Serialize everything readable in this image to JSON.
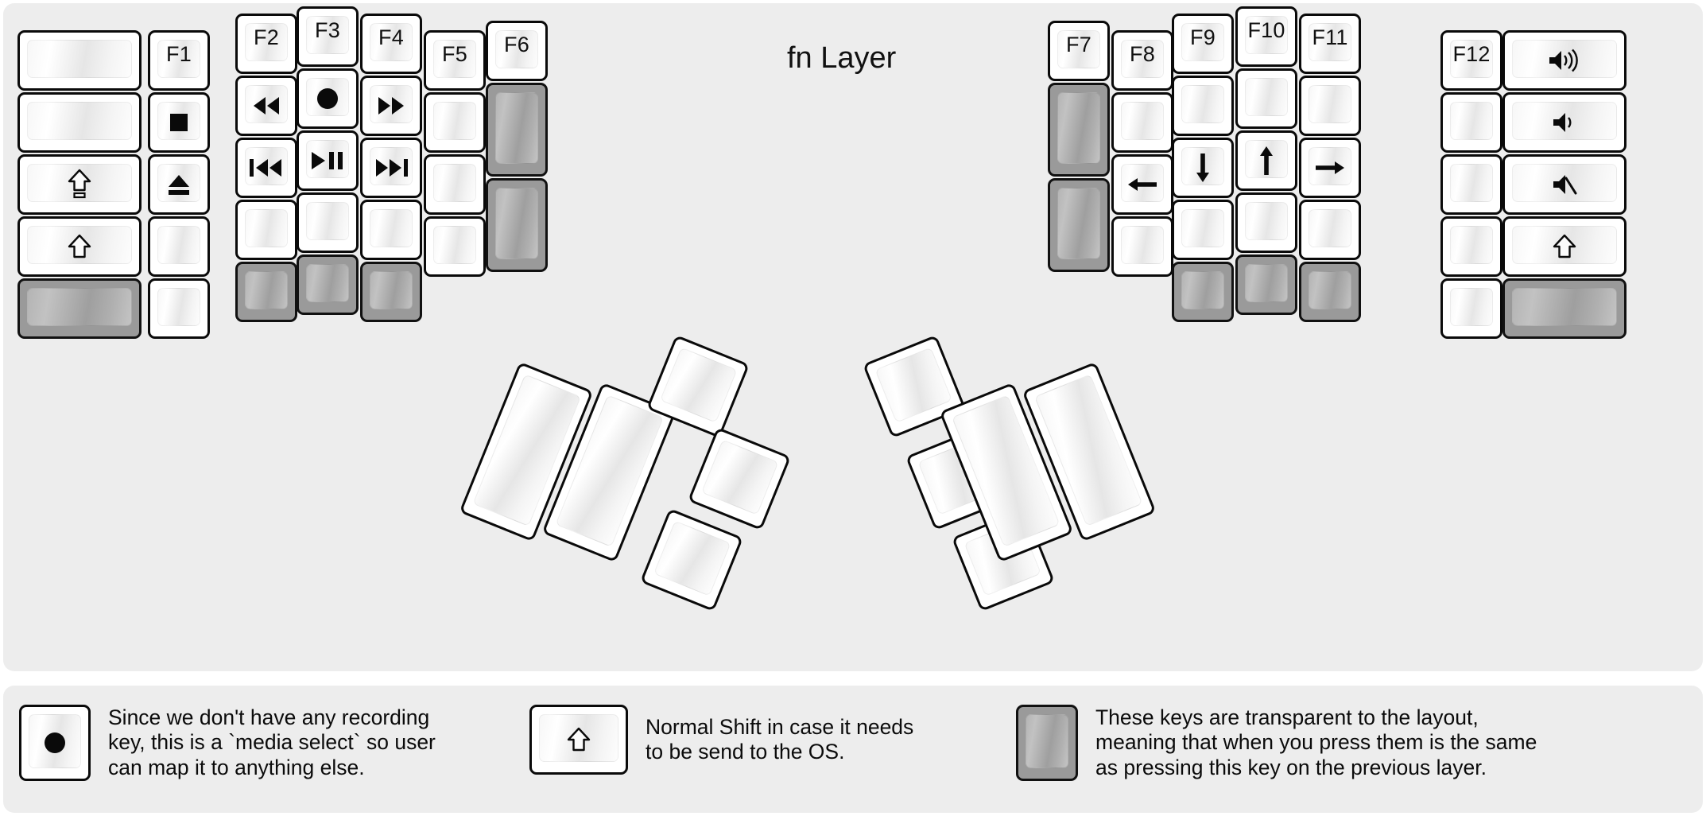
{
  "title": "fn Layer",
  "colors": {
    "panel_bg": "#ededed",
    "key_face": "#ffffff",
    "key_border": "#0a0a0a",
    "transparent_key": "#9a9a9a",
    "text": "#111111"
  },
  "left_half": {
    "columns": [
      {
        "name": "outer-col",
        "keys": [
          {
            "label": "",
            "icon": "",
            "type": "blank"
          },
          {
            "label": "",
            "icon": "",
            "type": "blank"
          },
          {
            "label": "",
            "icon": "caps-lock-shift-icon",
            "type": "icon"
          },
          {
            "label": "",
            "icon": "shift-icon",
            "type": "icon"
          },
          {
            "label": "",
            "icon": "",
            "type": "transparent"
          }
        ]
      },
      {
        "name": "pinky-col",
        "keys": [
          {
            "label": "F1",
            "icon": "",
            "type": "text"
          },
          {
            "label": "",
            "icon": "media-stop-icon",
            "type": "icon"
          },
          {
            "label": "",
            "icon": "media-eject-icon",
            "type": "icon"
          },
          {
            "label": "",
            "icon": "",
            "type": "blank"
          },
          {
            "label": "",
            "icon": "",
            "type": "blank"
          }
        ]
      },
      {
        "name": "ring-col",
        "keys": [
          {
            "label": "F2",
            "icon": "",
            "type": "text"
          },
          {
            "label": "",
            "icon": "media-rewind-icon",
            "type": "icon"
          },
          {
            "label": "",
            "icon": "media-previous-track-icon",
            "type": "icon"
          },
          {
            "label": "",
            "icon": "",
            "type": "blank"
          },
          {
            "label": "",
            "icon": "",
            "type": "transparent"
          }
        ]
      },
      {
        "name": "middle-col",
        "keys": [
          {
            "label": "F3",
            "icon": "",
            "type": "text"
          },
          {
            "label": "",
            "icon": "media-record-icon",
            "type": "icon"
          },
          {
            "label": "",
            "icon": "media-play-pause-icon",
            "type": "icon"
          },
          {
            "label": "",
            "icon": "",
            "type": "blank"
          },
          {
            "label": "",
            "icon": "",
            "type": "transparent"
          }
        ]
      },
      {
        "name": "index-col",
        "keys": [
          {
            "label": "F4",
            "icon": "",
            "type": "text"
          },
          {
            "label": "",
            "icon": "media-fast-forward-icon",
            "type": "icon"
          },
          {
            "label": "",
            "icon": "media-next-track-icon",
            "type": "icon"
          },
          {
            "label": "",
            "icon": "",
            "type": "blank"
          },
          {
            "label": "",
            "icon": "",
            "type": "transparent"
          }
        ]
      },
      {
        "name": "inner-col",
        "keys": [
          {
            "label": "F5",
            "icon": "",
            "type": "text"
          },
          {
            "label": "",
            "icon": "",
            "type": "blank"
          },
          {
            "label": "",
            "icon": "",
            "type": "blank"
          },
          {
            "label": "",
            "icon": "",
            "type": "blank"
          }
        ]
      },
      {
        "name": "extra-col",
        "keys": [
          {
            "label": "F6",
            "icon": "",
            "type": "text"
          },
          {
            "label": "",
            "icon": "",
            "type": "transparent-tall"
          },
          {
            "label": "",
            "icon": "",
            "type": "transparent-tall"
          }
        ]
      }
    ],
    "thumb_cluster": [
      {
        "name": "thumb-big-1",
        "type": "blank"
      },
      {
        "name": "thumb-big-2",
        "type": "blank"
      },
      {
        "name": "thumb-small-1",
        "type": "blank"
      },
      {
        "name": "thumb-small-2",
        "type": "blank"
      },
      {
        "name": "thumb-small-3",
        "type": "blank"
      }
    ]
  },
  "right_half": {
    "columns": [
      {
        "name": "extra-col",
        "keys": [
          {
            "label": "F7",
            "icon": "",
            "type": "text"
          },
          {
            "label": "",
            "icon": "",
            "type": "transparent-tall"
          },
          {
            "label": "",
            "icon": "",
            "type": "transparent-tall"
          }
        ]
      },
      {
        "name": "inner-col",
        "keys": [
          {
            "label": "F8",
            "icon": "",
            "type": "text"
          },
          {
            "label": "",
            "icon": "",
            "type": "blank"
          },
          {
            "label": "",
            "icon": "arrow-left-icon",
            "type": "icon"
          },
          {
            "label": "",
            "icon": "",
            "type": "blank"
          }
        ]
      },
      {
        "name": "index-col",
        "keys": [
          {
            "label": "F9",
            "icon": "",
            "type": "text"
          },
          {
            "label": "",
            "icon": "",
            "type": "blank"
          },
          {
            "label": "",
            "icon": "arrow-down-icon",
            "type": "icon"
          },
          {
            "label": "",
            "icon": "",
            "type": "blank"
          },
          {
            "label": "",
            "icon": "",
            "type": "transparent"
          }
        ]
      },
      {
        "name": "middle-col",
        "keys": [
          {
            "label": "F10",
            "icon": "",
            "type": "text"
          },
          {
            "label": "",
            "icon": "",
            "type": "blank"
          },
          {
            "label": "",
            "icon": "arrow-up-icon",
            "type": "icon"
          },
          {
            "label": "",
            "icon": "",
            "type": "blank"
          },
          {
            "label": "",
            "icon": "",
            "type": "transparent"
          }
        ]
      },
      {
        "name": "ring-col",
        "keys": [
          {
            "label": "F11",
            "icon": "",
            "type": "text"
          },
          {
            "label": "",
            "icon": "",
            "type": "blank"
          },
          {
            "label": "",
            "icon": "arrow-right-icon",
            "type": "icon"
          },
          {
            "label": "",
            "icon": "",
            "type": "blank"
          },
          {
            "label": "",
            "icon": "",
            "type": "transparent"
          }
        ]
      },
      {
        "name": "pinky-col",
        "keys": [
          {
            "label": "F12",
            "icon": "",
            "type": "text"
          },
          {
            "label": "",
            "icon": "",
            "type": "blank"
          },
          {
            "label": "",
            "icon": "",
            "type": "blank"
          },
          {
            "label": "",
            "icon": "",
            "type": "blank"
          },
          {
            "label": "",
            "icon": "",
            "type": "blank"
          }
        ]
      },
      {
        "name": "outer-col",
        "keys": [
          {
            "label": "",
            "icon": "volume-up-icon",
            "type": "icon"
          },
          {
            "label": "",
            "icon": "volume-down-icon",
            "type": "icon"
          },
          {
            "label": "",
            "icon": "volume-mute-icon",
            "type": "icon"
          },
          {
            "label": "",
            "icon": "shift-icon",
            "type": "icon"
          },
          {
            "label": "",
            "icon": "",
            "type": "transparent"
          }
        ]
      }
    ],
    "thumb_cluster": [
      {
        "name": "thumb-small-1",
        "type": "blank"
      },
      {
        "name": "thumb-small-2",
        "type": "blank"
      },
      {
        "name": "thumb-small-3",
        "type": "blank"
      },
      {
        "name": "thumb-big-1",
        "type": "blank"
      },
      {
        "name": "thumb-big-2",
        "type": "blank"
      }
    ]
  },
  "legend": [
    {
      "key_icon": "media-record-icon",
      "text": "Since we don't have any recording\nkey, this is a `media select` so user\ncan map it to anything else."
    },
    {
      "key_icon": "shift-icon",
      "text": "Normal Shift in case it needs\nto be send to the OS."
    },
    {
      "key_icon": "transparent-key-swatch",
      "text": "These keys are transparent to the layout,\nmeaning that when you press them is the same\nas pressing this key on the previous layer."
    }
  ]
}
